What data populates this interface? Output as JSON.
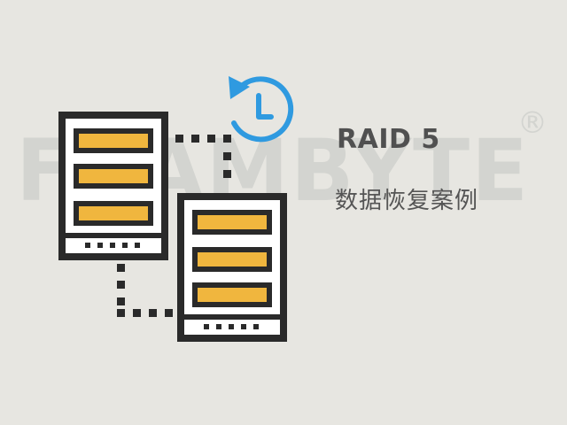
{
  "heading": {
    "title": "RAID 5",
    "subtitle": "数据恢复案例"
  },
  "watermark": {
    "text": "FRAMBYTE",
    "registered_mark": "®"
  },
  "icons": {
    "server_left": "server-rack-icon",
    "server_right": "server-rack-icon",
    "restore": "history-clock-icon"
  },
  "colors": {
    "background": "#e7e6e1",
    "outline": "#2a2a2a",
    "drive_fill": "#f0b63e",
    "clock_blue": "#2f9ae0",
    "text": "#505050",
    "watermark": "#d2d3cf"
  }
}
